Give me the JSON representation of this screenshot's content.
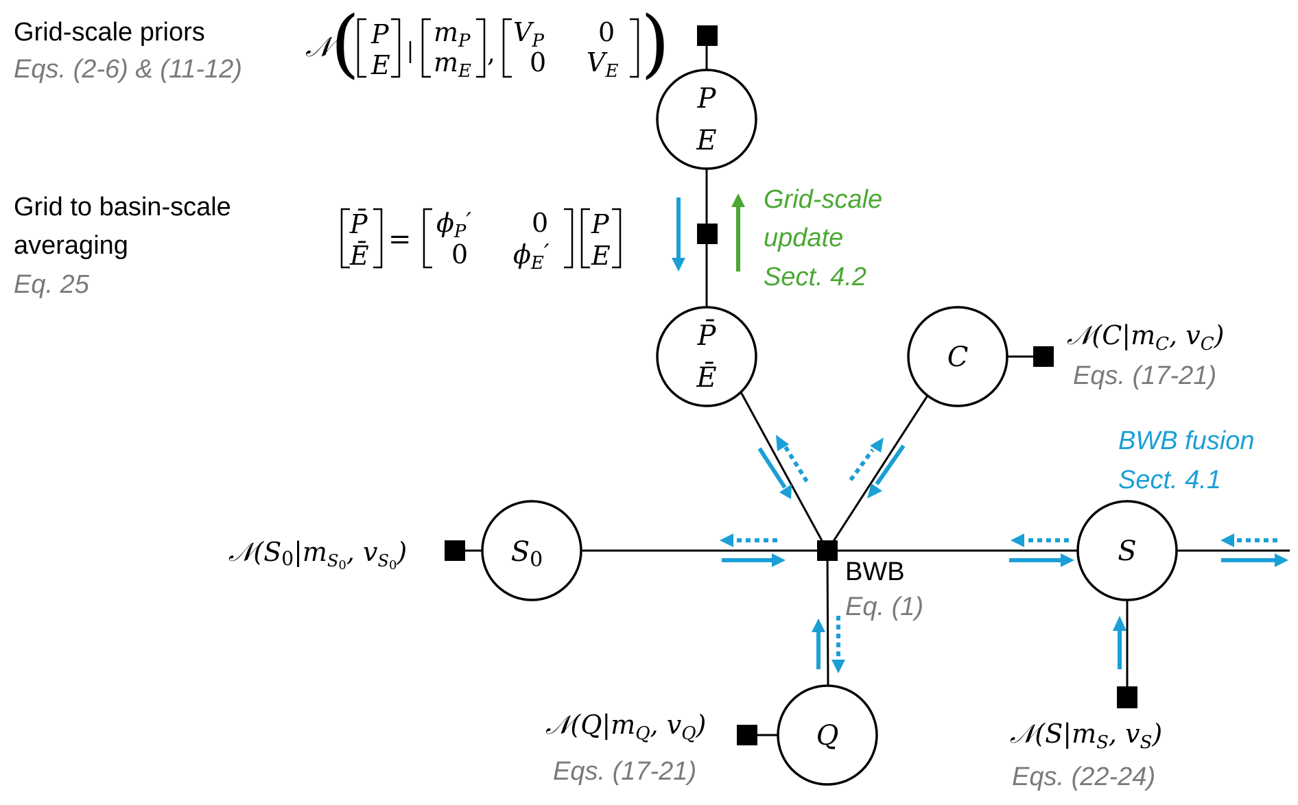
{
  "left_labels": {
    "priors_title": "Grid-scale priors",
    "priors_eqs": "Eqs. (2-6) & (11-12)",
    "averaging_title_line1": "Grid to basin-scale",
    "averaging_title_line2": "averaging",
    "averaging_eq": "Eq. 25"
  },
  "formulas": {
    "prior_N": "𝒩",
    "prior_vec_top": "P",
    "prior_vec_bottom": "E",
    "prior_bar": "|",
    "prior_mean_top": "m",
    "prior_mean_top_sub": "P",
    "prior_mean_bottom": "m",
    "prior_mean_bottom_sub": "E",
    "prior_cov_11": "V",
    "prior_cov_11_sub": "P",
    "prior_cov_12": "0",
    "prior_cov_21": "0",
    "prior_cov_22": "V",
    "prior_cov_22_sub": "E",
    "avg_lhs_top": "P̄",
    "avg_lhs_bottom": "Ē",
    "avg_equals": "=",
    "avg_m11": "ϕ",
    "avg_m11_sub": "P",
    "avg_m12": "0",
    "avg_m21": "0",
    "avg_m22": "ϕ",
    "avg_m22_sub": "E",
    "avg_prime": "′",
    "avg_rhs_top": "P",
    "avg_rhs_bottom": "E",
    "factor_C": "𝒩(C|m",
    "factor_C_sub1": "C",
    "factor_C_mid": ", v",
    "factor_C_sub2": "C",
    "factor_C_end": ")",
    "factor_S0": "𝒩(S",
    "factor_S0_s1": "0",
    "factor_S0_mid": "|m",
    "factor_S0_sub1": "S",
    "factor_S0_sub1b": "0",
    "factor_S0_mid2": ", v",
    "factor_S0_sub2": "S",
    "factor_S0_sub2b": "0",
    "factor_S0_end": ")",
    "factor_Q": "𝒩(Q|m",
    "factor_Q_sub1": "Q",
    "factor_Q_mid": ", v",
    "factor_Q_sub2": "Q",
    "factor_Q_end": ")",
    "factor_S": "𝒩(S|m",
    "factor_S_sub1": "S",
    "factor_S_mid": ", v",
    "factor_S_sub2": "S",
    "factor_S_end": ")"
  },
  "annotations": {
    "grid_update_line1": "Grid-scale",
    "grid_update_line2": "update",
    "grid_update_line3": "Sect. 4.2",
    "bwb_fusion_line1": "BWB fusion",
    "bwb_fusion_line2": "Sect. 4.1",
    "bwb_label": "BWB",
    "bwb_eq": "Eq. (1)",
    "c_eqs": "Eqs. (17-21)",
    "q_eqs": "Eqs. (17-21)",
    "s_eqs": "Eqs. (22-24)"
  },
  "nodes": {
    "pe_top": "P",
    "pe_bottom": "E",
    "pbar_top": "P̄",
    "pbar_bottom": "Ē",
    "c": "C",
    "s0": "S",
    "s0_sub": "0",
    "s": "S",
    "q": "Q"
  },
  "colors": {
    "message_blue": "#1a9fd6",
    "update_green": "#4aa832",
    "equation_gray": "#7a7a7a"
  }
}
